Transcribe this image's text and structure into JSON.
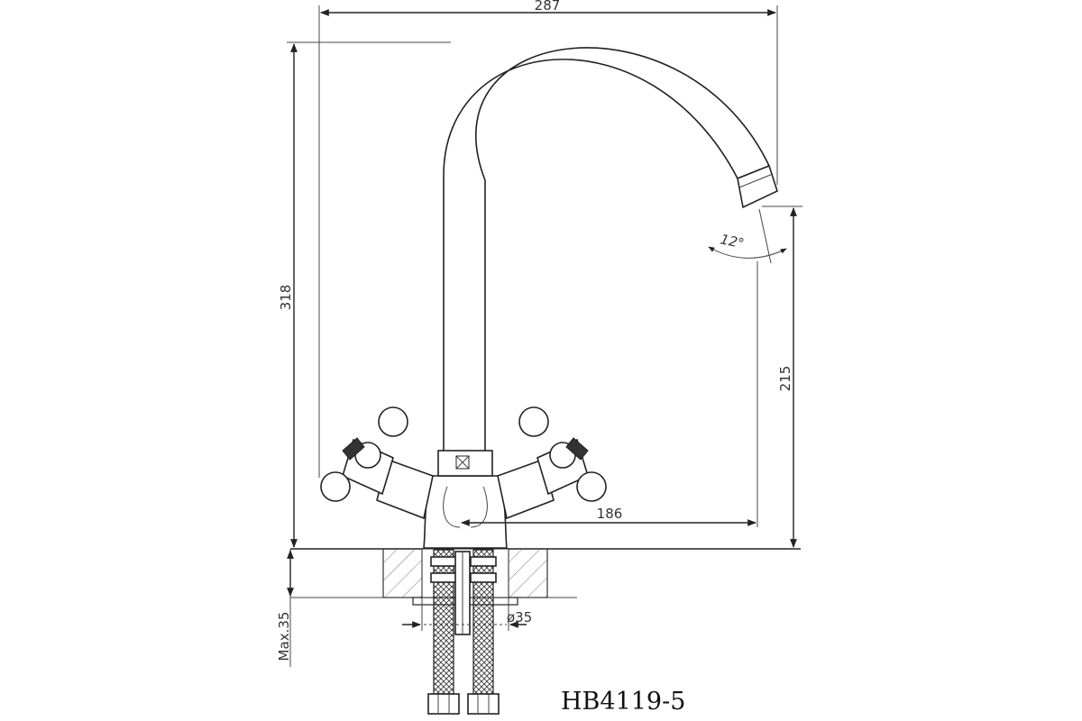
{
  "model": "HB4119-5",
  "dimensions": {
    "overall_width": "287",
    "overall_height": "318",
    "spout_height": "215",
    "spout_reach": "186",
    "max_counter_thickness": "Max.35",
    "hole_diameter": "ø35",
    "spout_angle": "12°"
  }
}
